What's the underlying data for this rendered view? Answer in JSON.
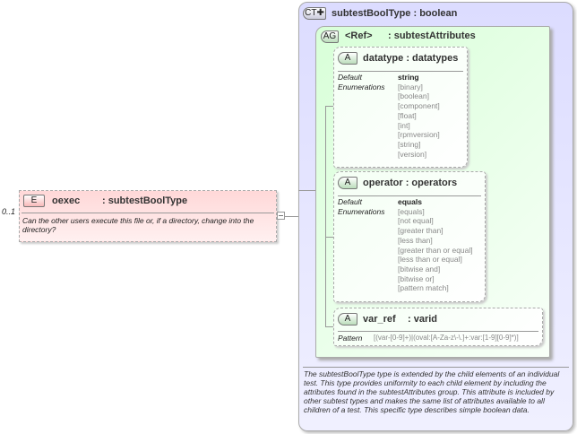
{
  "element": {
    "badge": "E",
    "name": "oexec",
    "type": ": subtestBoolType",
    "cardinality": "0..1",
    "description": "Can the other users execute this file or, if a directory, change into the directory?"
  },
  "complex_type": {
    "badge": "CT",
    "title": "subtestBoolType : boolean",
    "description": "The subtestBoolType type is extended by the child elements of an individual test.  This type provides uniformity to each child element by including the attributes found in the subtestAttributes group.  This attribute is included by other subtest types and makes the same list of attributes available to all children of a test.  This specific type describes simple boolean data."
  },
  "attribute_group": {
    "badge": "AG",
    "ref": "<Ref>",
    "name": ": subtestAttributes"
  },
  "attributes": [
    {
      "badge": "A",
      "name": "datatype",
      "type": ": datatypes",
      "default_label": "Default",
      "default": "string",
      "enum_label": "Enumerations",
      "enumerations": [
        "[binary]",
        "[boolean]",
        "[component]",
        "[float]",
        "[int]",
        "[rpmversion]",
        "[string]",
        "[version]"
      ]
    },
    {
      "badge": "A",
      "name": "operator",
      "type": ": operators",
      "default_label": "Default",
      "default": "equals",
      "enum_label": "Enumerations",
      "enumerations": [
        "[equals]",
        "[not equal]",
        "[greater than]",
        "[less than]",
        "[greater than or equal]",
        "[less than or equal]",
        "[bitwise and]",
        "[bitwise or]",
        "[pattern match]"
      ]
    },
    {
      "badge": "A",
      "name": "var_ref",
      "type": ": varid",
      "pattern_label": "Pattern",
      "pattern": "[(var-[0-9]+)|(oval:[A-Za-z\\-\\.]+:var:[1-9][0-9]*)]"
    }
  ]
}
